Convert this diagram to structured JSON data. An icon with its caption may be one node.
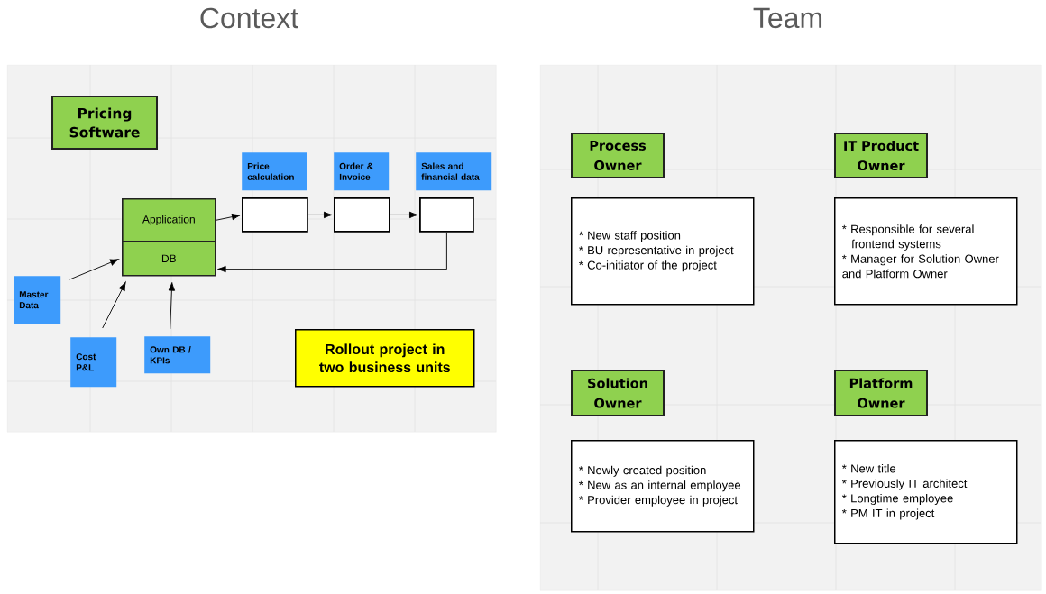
{
  "diagram": {
    "nodes": [
      {
        "text": [
          "Context"
        ]
      },
      {
        "text": [
          "Pricing Software"
        ],
        "in": 0
      },
      {
        "text": [
          "Application"
        ],
        "in": 0
      },
      {
        "text": [
          "DB"
        ],
        "in": 0
      },
      {
        "text": [
          "Price calculation"
        ],
        "in": 0
      },
      {
        "text": [
          "Order & Invoice"
        ],
        "in": 0
      },
      {
        "text": [
          "Sales and financial data"
        ],
        "in": 0
      },
      {
        "text": [],
        "shape": "box",
        "in": 0
      },
      {
        "text": [],
        "shape": "box",
        "in": 0
      },
      {
        "text": [],
        "shape": "box",
        "in": 0
      },
      {
        "text": [
          "Master Data"
        ],
        "in": 0
      },
      {
        "text": [
          "Cost P&L"
        ],
        "in": 0
      },
      {
        "text": [
          "Own DB / KPIs"
        ],
        "in": 0
      },
      {
        "text": [
          "Rollout project in two business units"
        ],
        "in": 0
      },
      {
        "text": [
          "Team"
        ]
      },
      {
        "text": [
          "Process Owner"
        ],
        "in": 14
      },
      {
        "text": [
          "* New staff position",
          "* BU representative in project",
          "* Co-initiator of the project"
        ],
        "in": 14
      },
      {
        "text": [
          "IT Product Owner"
        ],
        "in": 14
      },
      {
        "text": [
          "* Responsible for several frontend systems",
          "* Manager for Solution Owner and Platform Owner"
        ],
        "in": 14
      },
      {
        "text": [
          "Solution Owner"
        ],
        "in": 14
      },
      {
        "text": [
          "* Newly created position",
          "* New as an internal employee",
          "* Provider employee in project"
        ],
        "in": 14
      },
      {
        "text": [
          "Platform Owner"
        ],
        "in": 14
      },
      {
        "text": [
          "* New title",
          "* Previously IT architect",
          "* Longtime employee",
          "* PM IT in project"
        ],
        "in": 14
      }
    ],
    "edges": [
      {
        "from": 2,
        "to": 7,
        "arrow": "to"
      },
      {
        "from": 7,
        "to": 8,
        "arrow": "to"
      },
      {
        "from": 8,
        "to": 9,
        "arrow": "to"
      },
      {
        "from": 9,
        "to": 3,
        "arrow": "to"
      },
      {
        "from": 10,
        "to": 3,
        "arrow": "to"
      },
      {
        "from": 11,
        "to": 3,
        "arrow": "to"
      },
      {
        "from": 12,
        "to": 3,
        "arrow": "to"
      }
    ]
  }
}
